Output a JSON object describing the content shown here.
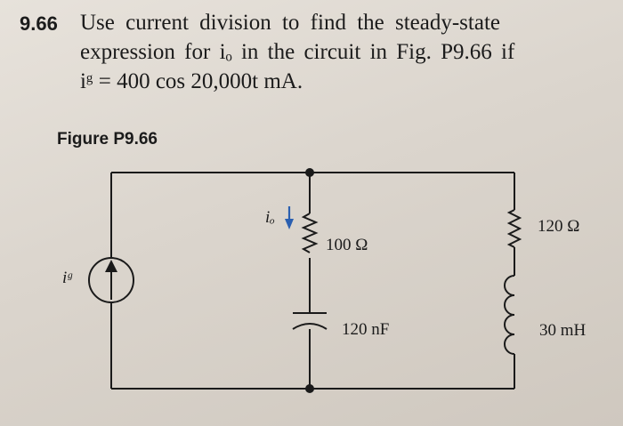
{
  "problem": {
    "number": "9.66",
    "line1": "Use current division to find the steady-state",
    "line2": "expression for iₒ in the circuit in Fig. P9.66 if",
    "line3": "iᵍ = 400 cos 20,000t mA."
  },
  "figure": {
    "title": "Figure P9.66",
    "labels": {
      "io": "iₒ",
      "ig": "iᵍ",
      "r1": "100 Ω",
      "cap": "120 nF",
      "r2": "120 Ω",
      "ind": "30 mH"
    }
  },
  "colors": {
    "current_arrow": "#2a5fb0",
    "wire": "#1a1a1a"
  }
}
